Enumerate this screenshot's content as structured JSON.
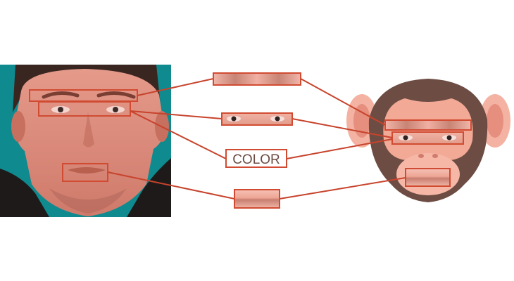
{
  "diagram": {
    "center_label": "COLOR",
    "colors": {
      "annotation": "#d14b32",
      "connector": "#c7432c",
      "skin_tint": "#d98577",
      "teal_background": "#0f8a8f",
      "monkey_fur": "#6d4c43",
      "monkey_face": "#f2a996"
    },
    "parts": [
      "eyebrows",
      "eyes",
      "color",
      "mouth"
    ],
    "icons": [
      "human-face-photo",
      "monkey-face-avatar"
    ]
  }
}
